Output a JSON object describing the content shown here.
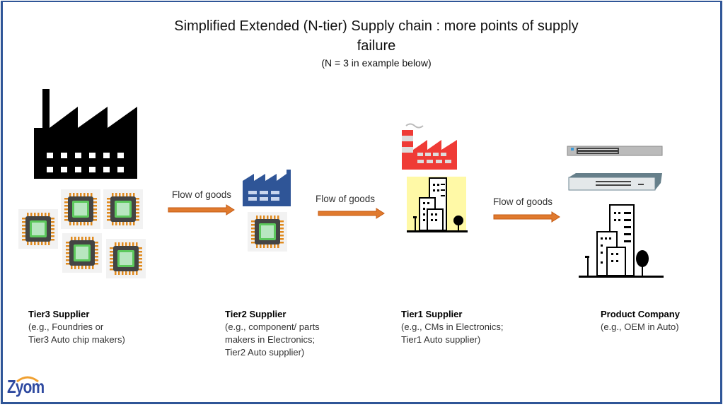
{
  "title": {
    "line1": "Simplified Extended (N-tier) Supply chain : more points of supply",
    "line2": "failure",
    "subtitle": "(N = 3 in example below)"
  },
  "flows": [
    "Flow of goods",
    "Flow of goods",
    "Flow of goods"
  ],
  "tiers": [
    {
      "name": "Tier3 Supplier",
      "lines": [
        "(e.g., Foundries or",
        "Tier3 Auto chip makers)"
      ]
    },
    {
      "name": "Tier2 Supplier",
      "lines": [
        "(e.g., component/ parts",
        "makers in Electronics;",
        "Tier2 Auto supplier)"
      ]
    },
    {
      "name": "Tier1 Supplier",
      "lines": [
        "(e.g., CMs in Electronics;",
        "Tier1 Auto supplier)"
      ]
    },
    {
      "name": "Product Company",
      "lines": [
        "(e.g., OEM in Auto)"
      ]
    }
  ],
  "logo": "Zyom",
  "colors": {
    "frame": "#2f5597",
    "arrow": "#e07a2e",
    "tier2_factory": "#2f5597",
    "tier1_factory": "#ef3b36",
    "building_bg": "#fff9a6",
    "chip": "#7ed37e"
  }
}
